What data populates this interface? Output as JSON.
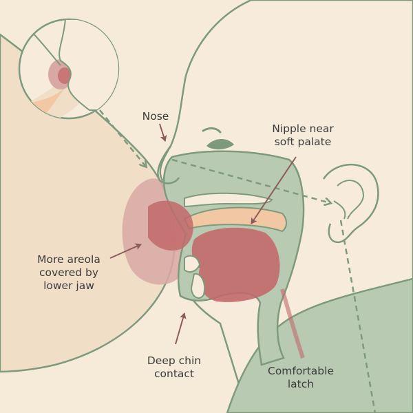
{
  "labels": {
    "nose": "Nose",
    "nipple": [
      "Nipple near",
      "soft palate"
    ],
    "areola": [
      "More areola",
      "covered by",
      "lower jaw"
    ],
    "chin": [
      "Deep chin",
      "contact"
    ],
    "latch": [
      "Comfortable",
      "latch"
    ]
  },
  "colors": {
    "background": "#f6ead8",
    "skin": "#f7ecdc",
    "breast": "#f0dec7",
    "outline": "#7d9a7d",
    "clothing": "#b9cab3",
    "mouth_interior": "#c26a6a",
    "areola": "#d8a9a4",
    "palate": "#f2c7a3",
    "arrow": "#8c5a5a",
    "text": "#3b3b3b"
  }
}
